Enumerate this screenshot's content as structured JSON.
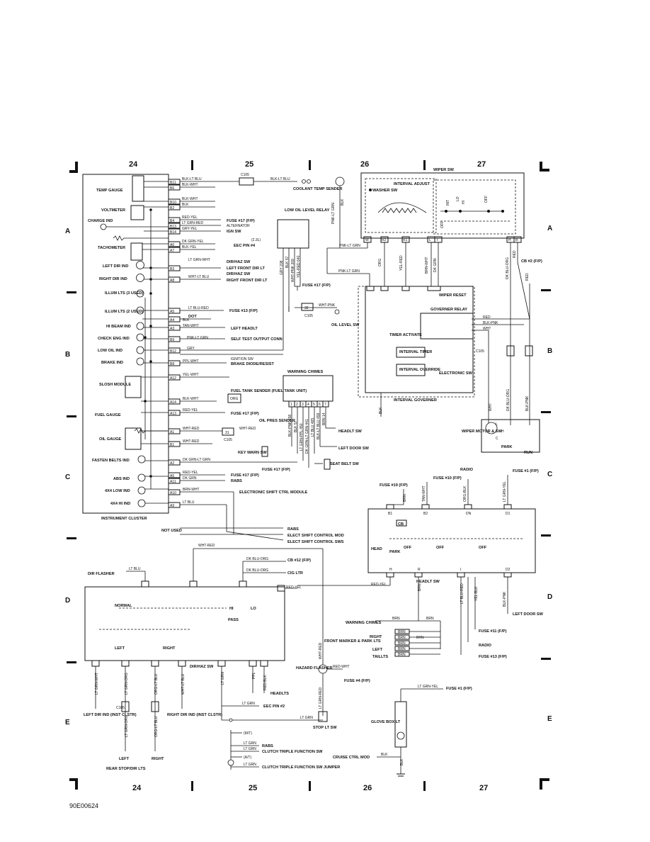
{
  "sheet": {
    "columns": [
      "24",
      "25",
      "26",
      "27"
    ],
    "rows": [
      "A",
      "B",
      "C",
      "D",
      "E"
    ],
    "figure_id": "90E00624"
  },
  "cluster": {
    "title": "INSTRUMENT CLUSTER",
    "gauges": [
      {
        "label": "TEMP GAUGE"
      },
      {
        "label": "VOLTMETER"
      },
      {
        "label": "CHARGE IND"
      },
      {
        "label": "TACHOMETER"
      },
      {
        "label": "LEFT DIR IND"
      },
      {
        "label": "RIGHT DIR IND"
      },
      {
        "label": "ILLUM LTS (3 USED)"
      },
      {
        "label": "ILLUM LTS (2 USED)"
      },
      {
        "label": "HI BEAM IND"
      },
      {
        "label": "CHECK ENG IND"
      },
      {
        "label": "LOW OIL IND"
      },
      {
        "label": "BRAKE IND"
      },
      {
        "label": "SLOSH MODULE"
      },
      {
        "label": "FUEL GAUGE"
      },
      {
        "label": "OIL GAUGE"
      },
      {
        "label": "FASTEN BELTS IND"
      },
      {
        "label": "ABS IND"
      },
      {
        "label": "4X4 LOW IND"
      },
      {
        "label": "4X4 HI IND"
      }
    ],
    "pins": [
      {
        "pin": "B11",
        "wire": "BLK-LT BLU"
      },
      {
        "pin": "B6",
        "wire": "BLK-WHT"
      },
      {
        "pin": "B10",
        "wire": "BLK-WHT"
      },
      {
        "pin": "B2",
        "wire": "BLK"
      },
      {
        "pin": "B4",
        "wire": "RED-YEL"
      },
      {
        "pin": "B13",
        "wire": "LT GRN-RED"
      },
      {
        "pin": "B14",
        "wire": "GRY-YEL"
      },
      {
        "pin": "A6",
        "wire": "DK GRN-YEL"
      },
      {
        "pin": "A7",
        "wire": "BLK-YEL"
      },
      {
        "pin": "B3",
        "wire": "LT GRN-WHT"
      },
      {
        "pin": "A8",
        "wire": "WHT-LT BLU"
      },
      {
        "pin": "A5",
        "wire": "LT BLU-RED"
      },
      {
        "pin": "A4",
        "wire": "BLK"
      },
      {
        "pin": "A3",
        "wire": "TAN-WHT"
      },
      {
        "pin": "B9",
        "wire": "PNK-LT GRN"
      },
      {
        "pin": "B12",
        "wire": "GRY"
      },
      {
        "pin": "B8",
        "wire": "PPL-WHT"
      },
      {
        "pin": "A12",
        "wire": "YEL-WHT"
      },
      {
        "pin": "A14",
        "wire": "BLK-WHT"
      },
      {
        "pin": "A13",
        "wire": "RED-YEL"
      },
      {
        "pin": "A1",
        "wire": "WHT-RED"
      },
      {
        "pin": "B1",
        "wire": "WHT-RED"
      },
      {
        "pin": "A2",
        "wire": "DK GRN-LT GRN"
      },
      {
        "pin": "A5",
        "wire": "RED-YEL"
      },
      {
        "pin": "A11",
        "wire": "DK GRN"
      },
      {
        "pin": "A10",
        "wire": "BRN-WHT"
      },
      {
        "pin": "A9",
        "wire": "LT BLU"
      }
    ],
    "destinations": {
      "coolant": "COOLANT TEMP SENDER",
      "c105": "C105",
      "fuse17": "FUSE #17 (F/P)",
      "alternator": "ALTERNATOR",
      "ign_sw": "IGN SW",
      "l23": "(2.3L)",
      "eec_pin4": "EEC PIN #4",
      "dirhaz_lt": "DIR/HAZ SW",
      "left_front": "LEFT FRONT DIR LT",
      "dirhaz_rt": "DIR/HAZ SW",
      "right_front": "RIGHT FRONT DIR LT",
      "fuse13": "FUSE #13 (F/P)",
      "dot": "DOT",
      "left_headlt": "LEFT HEADLT",
      "self_test": "SELF TEST OUTPUT CONN",
      "ignition_sw": "IGNITION SW",
      "brake_diode": "BRAKE DIODE/RESIST",
      "orn": "ORG",
      "fuel_tank": "FUEL TANK SENDER (FUEL TANK UNIT)",
      "fuse17b": "FUSE #17 (F/P)",
      "oil_pres": "OIL PRES SENDER",
      "c31": "31",
      "c105b": "C105",
      "key_warn": "KEY WARN SW",
      "fuse17c": "FUSE #17 (F/P)",
      "rabs": "RABS",
      "esc_module": "ELECTRONIC SHIFT CTRL MODULE",
      "not_used": "NOT USED",
      "rabs2": "RABS",
      "elect_mod": "ELECT SHIFT CONTROL MOD",
      "elect_sws": "ELECT SHIFT CONTROL SWS"
    }
  },
  "low_oil_relay": {
    "title": "LOW OIL LEVEL RELAY",
    "wires": [
      "GRY 208",
      "BLK 57",
      "WHT-PNK 209",
      "YEL-RED 640"
    ],
    "fuse": "FUSE #17 (F/P)",
    "c105": "C105",
    "conn": "32",
    "wire_out": "WHT-PNK",
    "sw": "OIL LEVEL SW"
  },
  "warning_chimes": {
    "title": "WARNING CHIMES",
    "pins": [
      "1",
      "2",
      "3",
      "4",
      "5",
      "6",
      "7"
    ],
    "wires": [
      "BLK-PNK 158",
      "BLK 57",
      "LT GRN-PPL 450",
      "DK GRN-LT GRN 441",
      "LT BLU 485",
      "BLK-LT BLU 459",
      "BRN 14"
    ],
    "headlt_sw": "HEADLT SW",
    "left_door": "LEFT DOOR SW",
    "seat_belt": "SEAT BELT SW",
    "fuse17": "FUSE #17 (F/P)",
    "key_warn": "KEY WARN SW"
  },
  "wiper": {
    "title": "WIPER SW",
    "washer": "WASHER SW",
    "interval": "INTERVAL ADJUST",
    "switch_labels": [
      "INT",
      "LO",
      "HI",
      "OFF",
      "OFF"
    ],
    "pins": [
      "W",
      "R2",
      "R1",
      "L",
      "I",
      "H",
      "B"
    ],
    "wires": [
      "PNK-LT GRN",
      "PNK-LT GRN",
      "ORG",
      "YEL-RED",
      "BRN-WHT",
      "DK GRN",
      "DK BLU-ORG",
      "RED",
      "BLK",
      "RED"
    ],
    "cb": "CB #2 (F/P)",
    "reset": "WIPER RESET",
    "gov_relay": "GOVERNER RELAY",
    "timer": "TIMER ACTIVATE",
    "int_timer": "INTERVAL TIMER",
    "int_override": "INTERVAL OVERRIDE",
    "electronic": "ELECTRONIC SW",
    "c105": "C105",
    "governer": "INTERVAL GOVERNER",
    "relay_wires": [
      "RED",
      "BLK-PNK",
      "WHT"
    ],
    "motor_wires": [
      "WHT",
      "DK BLU-ORG",
      "BLK-PNK"
    ],
    "motor": "WIPER MOTOR & SW",
    "park": "PARK",
    "run": "RUN",
    "motor_pins": [
      "L",
      "H",
      "C"
    ]
  },
  "headlt_sw": {
    "title": "HEADLT SW",
    "fuses": [
      "FUSE #19 (F/P)",
      "FUSE #10 (F/P)",
      "RADIO",
      "FUSE #1 (F/P)"
    ],
    "top_wires": [
      "BRN",
      "TAN-WHT",
      "ORG-BLK",
      "LT GRN-YEL"
    ],
    "top_pins": [
      "B1",
      "B2",
      "DN",
      "D1"
    ],
    "cb": "CB",
    "labels": [
      "HEAD",
      "PARK",
      "OFF",
      "OFF",
      "OFF"
    ],
    "bottom_pins": [
      "H",
      "R",
      "I",
      "D2"
    ],
    "bottom_wires": [
      "BRN",
      "LT BLU-RED",
      "YEL-BLK",
      "BLK-PNK"
    ],
    "left_door": "LEFT DOOR SW",
    "fuse11": "FUSE #11 (F/P)",
    "radio": "RADIO",
    "fuse13": "FUSE #13 (F/P)",
    "warning_chimes": "WARNING CHIMES",
    "brn": "BRN",
    "front_marker": "FRONT MARKER & PARK LTS",
    "right": "RIGHT",
    "left": "LEFT",
    "taillts": "TAILLTS",
    "lamp_wires": [
      "BRN",
      "BRN",
      "BRN",
      "BRN",
      "BRN",
      "BRN",
      "BRN",
      "BRN"
    ]
  },
  "dirhaz": {
    "title": "DIR/HAZ SW",
    "dir_flasher": "DIR FLASHER",
    "dir_wire": "LT BLU",
    "wht_red": "WHT-RED",
    "cb12": "CB #12 (F/P)",
    "cig": "CIG LTR",
    "dkbluorg": "DK BLU-ORG",
    "redyel": "RED-YEL",
    "normal": "NORMAL",
    "hi": "HI",
    "lo": "LO",
    "pass": "PASS",
    "left": "LEFT",
    "right": "RIGHT",
    "bottom_wires": [
      "LT GRN-WHT",
      "LT GRN-ORG",
      "ORG-LT BLU",
      "WHT-LT BLU",
      "LT GRN",
      "PPL",
      "RED-BLK"
    ],
    "left_dir": "LEFT DIR IND (INST CLSTR)",
    "right_dir": "RIGHT DIR IND (INST CLSTR)",
    "c105": "C105",
    "left_lbl": "LEFT",
    "right_lbl": "RIGHT",
    "rear_stop": "REAR STOP/DIR LTS",
    "headlts": "HEADLTS",
    "hazard": "HAZARD FLASHER",
    "redwht": "RED-WHT",
    "fuse4": "FUSE #4 (F/P)",
    "ltgrnred": "LT GRN-RED",
    "eec2": "EEC PIN #2",
    "stop_lt": "STOP LT SW",
    "mt": "(M/T)",
    "at": "(A/T)",
    "rabs": "RABS",
    "clutch": "CLUTCH TRIPLE FUNCTION SW",
    "clutch_jumper": "CLUTCH TRIPLE FUNCTION SW JUMPER",
    "lt_grn_labels": [
      "LT GRN",
      "LT GRN",
      "LT GRN",
      "LT GRN",
      "LT GRN",
      "LT GRN"
    ]
  },
  "glove_box": {
    "wire": "LT GRN-YEL",
    "fuse1": "FUSE #1 (F/P)",
    "label": "GLOVE BOX LT",
    "blk": "BLK",
    "cruise": "CRUISE CTRL MOD",
    "blk2": "BLK"
  }
}
